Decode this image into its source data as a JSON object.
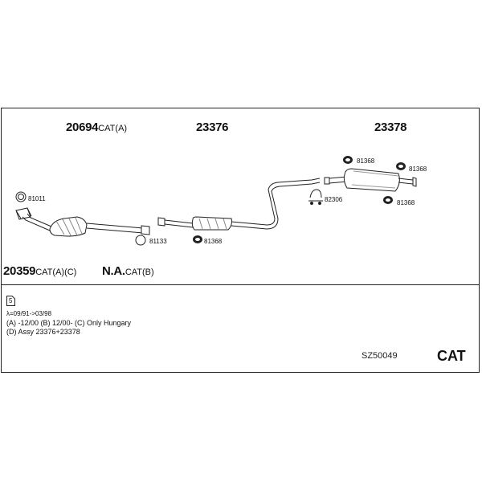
{
  "parts": {
    "p20694": {
      "number": "20694",
      "suffix": "CAT(A)"
    },
    "p23376": {
      "number": "23376"
    },
    "p23378": {
      "number": "23378"
    },
    "p20359": {
      "number": "20359",
      "suffix": "CAT(A)(C)"
    },
    "na": {
      "number": "N.A.",
      "suffix": "CAT(B)"
    }
  },
  "small_parts": {
    "p81011": "81011",
    "p81133": "81133",
    "p81368a": "81368",
    "p82306": "82306",
    "p81368b": "81368",
    "p81368c": "81368",
    "p81368d": "81368"
  },
  "notes": {
    "icon_number": "5",
    "lambda": "λ=09/91->03/98",
    "line_a": "(A) -12/00 (B) 12/00- (C) Only Hungary",
    "line_d": "(D) Assy 23376+23378"
  },
  "footer": {
    "code": "SZ50049",
    "type": "CAT"
  },
  "icons": [
    "ring-clamp-icon",
    "rubber-mount-icon",
    "u-bolt-clamp-icon",
    "document-icon"
  ],
  "colors": {
    "line": "#222222",
    "fill": "#ffffff",
    "shade": "#bdbdbd"
  }
}
